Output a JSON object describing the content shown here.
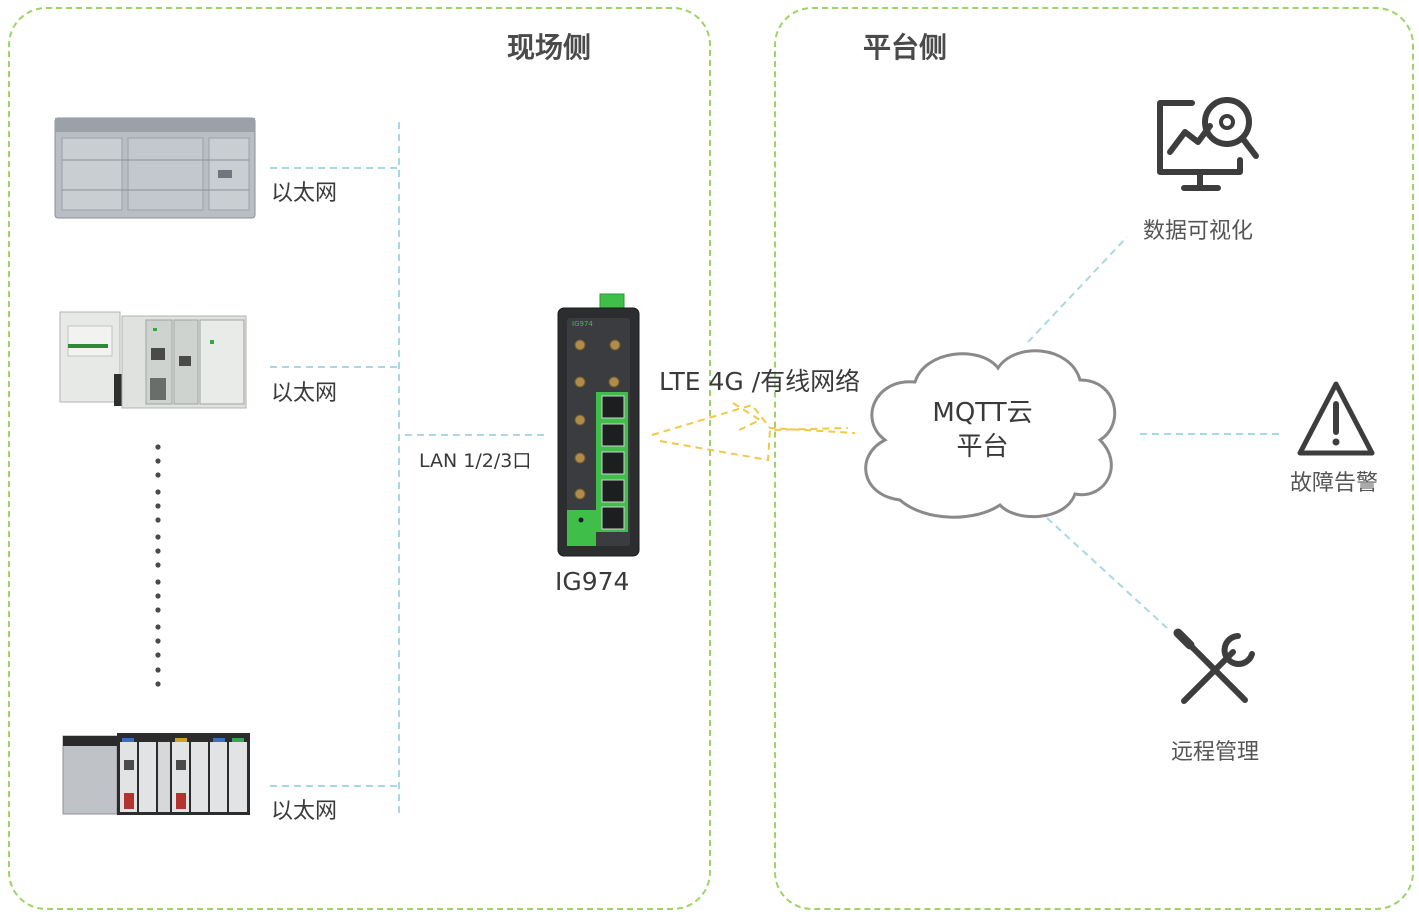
{
  "zones": {
    "site_title": "现场侧",
    "platform_title": "平台侧"
  },
  "site": {
    "plc_links": [
      {
        "label": "以太网"
      },
      {
        "label": "以太网"
      },
      {
        "label": "以太网"
      }
    ],
    "lan_label": "LAN 1/2/3口",
    "gateway": {
      "model": "IG974",
      "front_label": "IG974"
    }
  },
  "uplink_label": "LTE 4G /有线网络",
  "cloud": {
    "line1": "MQTT云",
    "line2": "平台"
  },
  "services": [
    {
      "label": "数据可视化",
      "icon": "data-visualization-icon"
    },
    {
      "label": "故障告警",
      "icon": "warning-icon"
    },
    {
      "label": "远程管理",
      "icon": "tools-icon"
    }
  ],
  "colors": {
    "zone_border": "#9ed36a",
    "link_line": "#a9d8e3",
    "wireless_line": "#f2c84b",
    "gateway_accent": "#3fbf4a",
    "cloud_stroke": "#8a8a8a"
  }
}
